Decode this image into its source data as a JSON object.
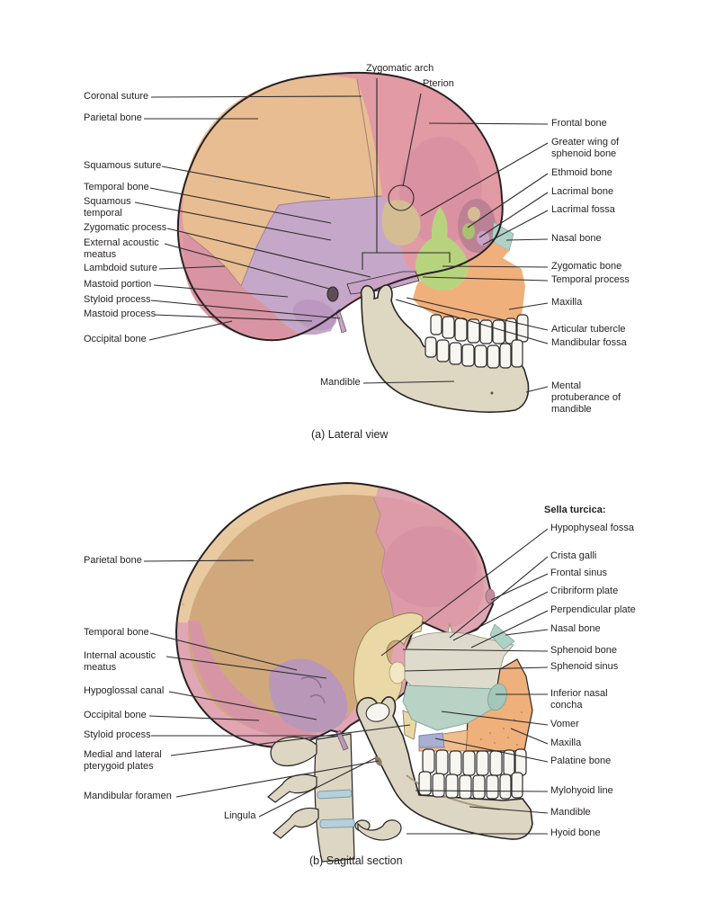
{
  "figure_type": "skull anatomy diagram",
  "lateral": {
    "caption": "(a) Lateral view",
    "top": {
      "zygomatic_arch": "Zygomatic arch",
      "pterion": "Pterion"
    },
    "left": [
      "Coronal suture",
      "Parietal bone",
      "Squamous suture",
      "Temporal bone",
      "Squamous temporal",
      "Zygomatic process",
      "External acoustic meatus",
      "Lambdoid suture",
      "Mastoid portion",
      "Styloid process",
      "Mastoid process",
      "Occipital bone"
    ],
    "right": [
      "Frontal bone",
      "Greater wing of sphenoid bone",
      "Ethmoid bone",
      "Lacrimal bone",
      "Lacrimal fossa",
      "Nasal bone",
      "Zygomatic bone",
      "Temporal process",
      "Maxilla",
      "Articular tubercle",
      "Mandibular fossa",
      "Mental protuberance of mandible"
    ],
    "mandible_label": "Mandible"
  },
  "sagittal": {
    "caption": "(b) Sagittal section",
    "left": [
      "Parietal bone",
      "Temporal bone",
      "Internal acoustic meatus",
      "Hypoglossal canal",
      "Occipital bone",
      "Styloid process",
      "Medial and lateral pterygoid plates",
      "Mandibular foramen",
      "Lingula"
    ],
    "right_header": "Sella turcica:",
    "right": [
      "Hypophyseal fossa",
      "Crista galli",
      "Frontal sinus",
      "Cribriform plate",
      "Perpendicular plate",
      "Nasal bone",
      "Sphenoid bone",
      "Sphenoid sinus",
      "Inferior nasal concha",
      "Vomer",
      "Maxilla",
      "Palatine bone",
      "Mylohyoid line",
      "Mandible",
      "Hyoid bone"
    ],
    "right_header_note": "header for Hypophyseal fossa"
  },
  "colors": {
    "label_text": "#231f20",
    "leader_line": "#2f2b2c",
    "outline": "#2a2627",
    "parietal": "#e8bd92",
    "frontal": "#e29aa5",
    "temporal_lavender": "#c5a8c9",
    "occipital_rose": "#d994a3",
    "sphenoid_khaki": "#d5bd93",
    "zygomatic_green": "#b8d37e",
    "nasal_teal": "#aed2c7",
    "maxilla_orange": "#f0b07b",
    "bone_beige": "#ded7c2",
    "teeth_white": "#f8f6f0",
    "cavity_tan": "#d0a87c",
    "sphenoid_cream": "#ead9a6",
    "septum_gray": "#dfdbcc",
    "vomer_teal": "#b9d2c6",
    "palatine_lavender": "#a9afd3",
    "disc_blue": "#b5cfdb"
  }
}
